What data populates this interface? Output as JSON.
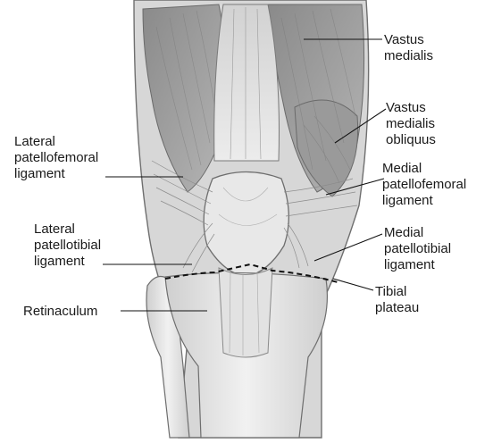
{
  "labels": {
    "vastus_medialis": [
      "Vastus",
      "medialis"
    ],
    "vastus_medialis_obliquus": [
      "Vastus",
      "medialis",
      "obliquus"
    ],
    "lateral_patellofemoral": [
      "Lateral",
      "patellofemoral",
      "ligament"
    ],
    "medial_patellofemoral": [
      "Medial",
      "patellofemoral",
      "ligament"
    ],
    "lateral_patellotibial": [
      "Lateral",
      "patellotibial",
      "ligament"
    ],
    "medial_patellotibial": [
      "Medial",
      "patellotibial",
      "ligament"
    ],
    "tibial_plateau": [
      "Tibial",
      "plateau"
    ],
    "retinaculum": [
      "Retinaculum"
    ]
  },
  "colors": {
    "background": "#ffffff",
    "muscle": "#9c9c9c",
    "tissue": "#dcdcdc",
    "bone": "#eeeeee",
    "outline": "#777777",
    "leader": "#111111"
  }
}
